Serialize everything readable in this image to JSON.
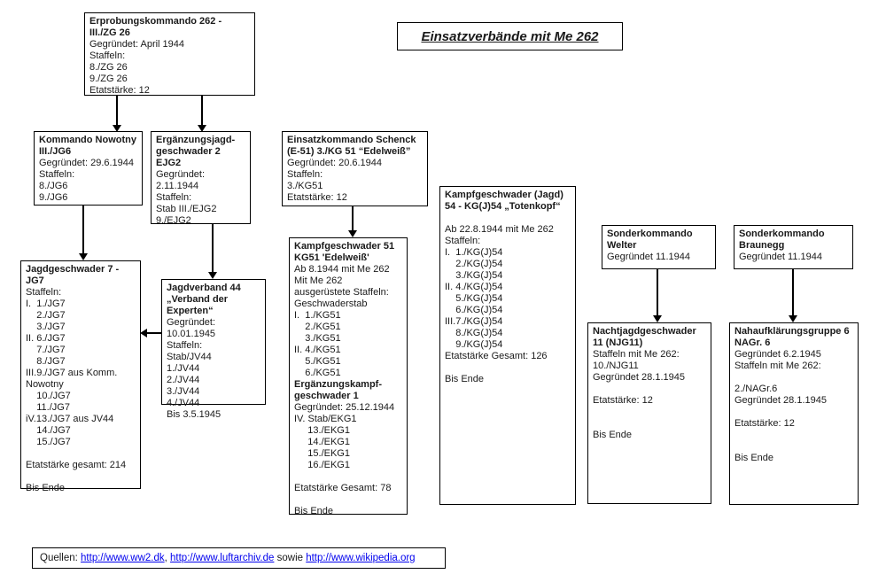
{
  "title": "Einsatzverbände mit Me 262",
  "colors": {
    "border": "#000000",
    "link": "#0000EE",
    "background": "#ffffff"
  },
  "boxes": {
    "ek262": {
      "title": "Erprobungskommando 262 -\nIII./ZG 26",
      "body": "Gegründet: April 1944\nStaffeln:\n8./ZG 26\n9./ZG 26\nEtatstärke: 12"
    },
    "nowotny": {
      "title": "Kommando Nowotny\nIII./JG6",
      "body": "Gegründet: 29.6.1944\nStaffeln:\n8./JG6\n9./JG6"
    },
    "ejg2": {
      "title": "Ergänzungsjagd-\ngeschwader 2\nEJG2",
      "body": "Gegründet:\n2.11.1944\nStaffeln:\nStab III./EJG2\n9./EJG2"
    },
    "schenck": {
      "title": "Einsatzkommando Schenck\n(E-51) 3./KG 51 “Edelweiß”",
      "body": "Gegründet: 20.6.1944\nStaffeln:\n3./KG51\nEtatstärke: 12"
    },
    "kgj54": {
      "title": "Kampfgeschwader (Jagd)\n54 - KG(J)54 „Totenkopf“",
      "body": "\nAb 22.8.1944 mit Me 262\nStaffeln:\nI.  1./KG(J)54\n    2./KG(J)54\n    3./KG(J)54\nII. 4./KG(J)54\n    5./KG(J)54\n    6./KG(J)54\nIII.7./KG(J)54\n    8./KG(J)54\n    9./KG(J)54\nEtatstärke Gesamt: 126\n\nBis Ende"
    },
    "jg7": {
      "title": "Jagdgeschwader 7 -\nJG7",
      "body": "Staffeln:\nI.  1./JG7\n    2./JG7\n    3./JG7\nII. 6./JG7\n    7./JG7\n    8./JG7\nIII.9./JG7 aus Komm.\nNowotny\n    10./JG7\n    11./JG7\niV.13./JG7 aus JV44\n    14./JG7\n    15./JG7\n\nEtatstärke gesamt: 214\n\nBis Ende"
    },
    "jv44": {
      "title": "Jagdverband 44\n„Verband der\nExperten“",
      "body": "Gegründet: 10.01.1945\nStaffeln:\nStab/JV44\n1./JV44\n2./JV44\n3./JV44\n4./JV44\nBis 3.5.1945"
    },
    "kg51": {
      "title": "Kampfgeschwader 51\nKG51 'Edelweiß'",
      "body": "Ab 8.1944 mit Me 262\nMit Me 262\nausgerüstete Staffeln:\nGeschwaderstab\nI.  1./KG51\n    2./KG51\n    3./KG51\nII. 4./KG51\n    5./KG51\n    6./KG51",
      "subtitle": "Ergänzungskampf-\ngeschwader 1",
      "body2": "Gegründet: 25.12.1944\nIV. Stab/EKG1\n     13./EKG1\n     14./EKG1\n     15./EKG1\n     16./EKG1\n\nEtatstärke Gesamt: 78\n\nBis Ende"
    },
    "welter": {
      "title": "Sonderkommando\nWelter",
      "body": "Gegründet 11.1944"
    },
    "braunegg": {
      "title": "Sonderkommando\nBraunegg",
      "body": "Gegründet 11.1944"
    },
    "njg11": {
      "title": "Nachtjagdgeschwader\n11 (NJG11)",
      "body": "Staffeln mit Me 262:\n10./NJG11\nGegründet 28.1.1945\n\nEtatstärke: 12\n\n\nBis Ende"
    },
    "nagr6": {
      "title": "Nahaufklärungsgruppe 6\nNAGr. 6",
      "body": "Gegründet 6.2.1945\nStaffeln mit Me 262:\n\n2./NAGr.6\nGegründet 28.1.1945\n\nEtatstärke: 12\n\n\nBis Ende"
    }
  },
  "sources": {
    "prefix": "Quellen: ",
    "sep1": ", ",
    "sep2": " sowie ",
    "links": [
      {
        "label": "http://www.ww2.dk"
      },
      {
        "label": "http://www.luftarchiv.de"
      },
      {
        "label": "http://www.wikipedia.org"
      }
    ]
  }
}
